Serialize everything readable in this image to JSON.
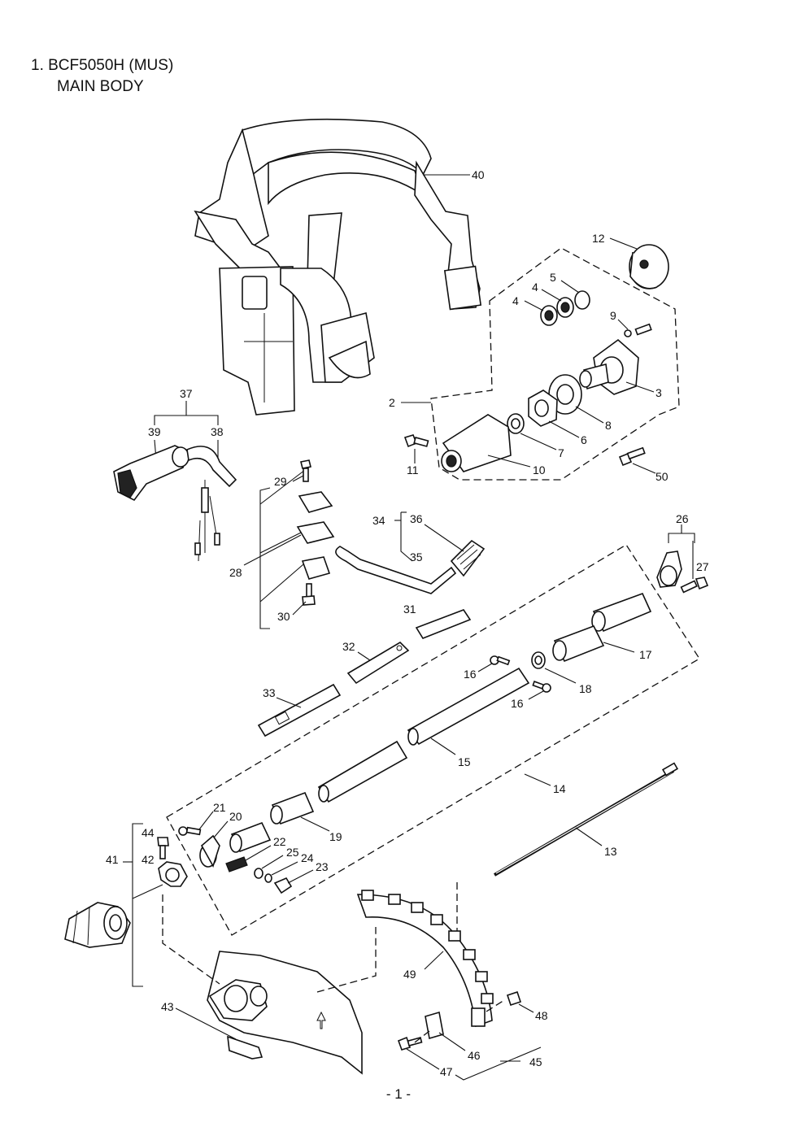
{
  "header": {
    "title": "1. BCF5050H (MUS)",
    "subtitle": "MAIN BODY"
  },
  "footer": {
    "page": "- 1 -"
  },
  "callouts": {
    "c2": "2",
    "c3": "3",
    "c4a": "4",
    "c4b": "4",
    "c5": "5",
    "c6": "6",
    "c7": "7",
    "c8": "8",
    "c9": "9",
    "c10": "10",
    "c11": "11",
    "c12": "12",
    "c13": "13",
    "c14": "14",
    "c15": "15",
    "c16a": "16",
    "c16b": "16",
    "c17": "17",
    "c18": "18",
    "c19": "19",
    "c20": "20",
    "c21": "21",
    "c22": "22",
    "c23": "23",
    "c24": "24",
    "c25": "25",
    "c26": "26",
    "c27": "27",
    "c28": "28",
    "c29": "29",
    "c30": "30",
    "c31": "31",
    "c32": "32",
    "c33": "33",
    "c34": "34",
    "c35": "35",
    "c36": "36",
    "c37": "37",
    "c38": "38",
    "c39": "39",
    "c40": "40",
    "c41": "41",
    "c42": "42",
    "c43": "43",
    "c44": "44",
    "c45": "45",
    "c46": "46",
    "c47": "47",
    "c48": "48",
    "c49": "49",
    "c50": "50"
  }
}
